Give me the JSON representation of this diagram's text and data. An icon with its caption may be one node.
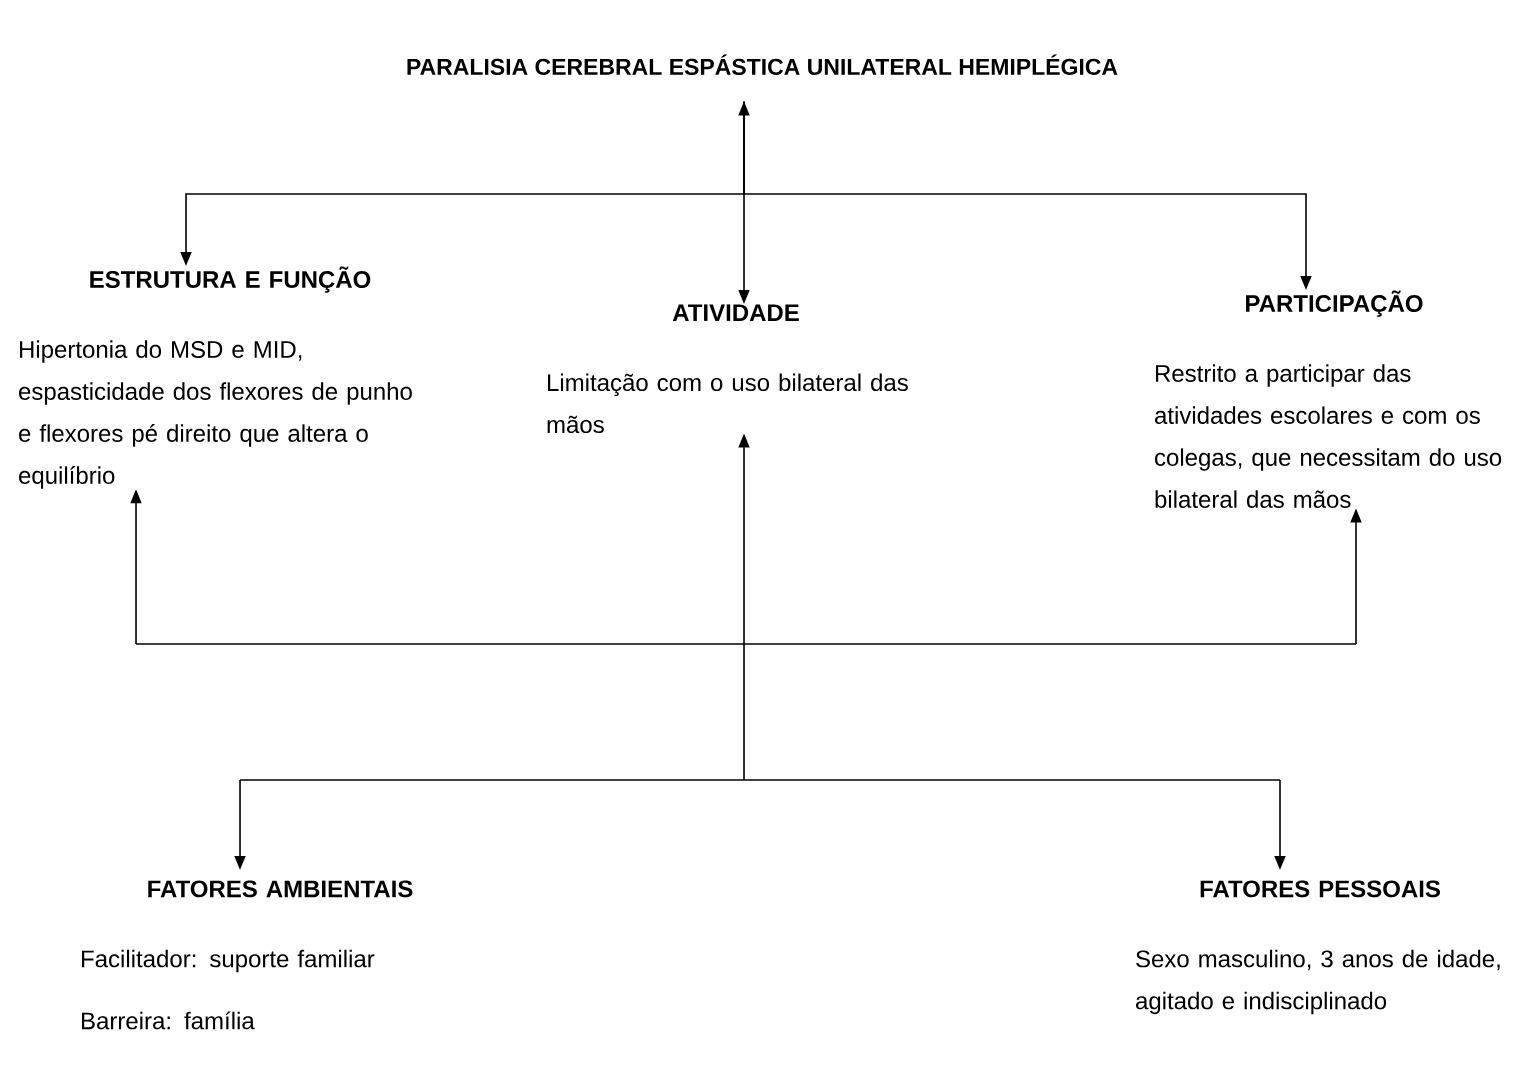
{
  "diagram": {
    "nodes": [
      {
        "text": [
          "PARALISIA CEREBRAL ESPÁSTICA UNILATERAL HEMIPLÉGICA"
        ]
      },
      {
        "text": [
          "ESTRUTURA E FUNÇÃO",
          "Hipertonia do MSD e MID, espasticidade dos flexores de punho e flexores pé direito que altera o equilíbrio"
        ]
      },
      {
        "text": [
          "ATIVIDADE",
          "Limitação com o uso bilateral das mãos"
        ]
      },
      {
        "text": [
          "PARTICIPAÇÃO",
          "Restrito a participar das atividades escolares e com os colegas, que necessitam do uso bilateral das mãos"
        ]
      },
      {
        "text": [
          "FATORES AMBIENTAIS",
          "Facilitador: suporte familiar",
          "Barreira: família"
        ]
      },
      {
        "text": [
          "FATORES PESSOAIS",
          "Sexo masculino, 3 anos de idade, agitado e indisciplinado"
        ]
      }
    ],
    "edges": [
      {
        "from": 0,
        "to": 1,
        "arrow": "to"
      },
      {
        "from": 0,
        "to": 2,
        "arrow": "both"
      },
      {
        "from": 0,
        "to": 3,
        "arrow": "to"
      },
      {
        "from": 4,
        "to": 1,
        "arrow": "both"
      },
      {
        "from": 4,
        "to": 2,
        "arrow": "both"
      },
      {
        "from": 4,
        "to": 3,
        "arrow": "both"
      },
      {
        "from": 5,
        "to": 1,
        "arrow": "both"
      },
      {
        "from": 5,
        "to": 2,
        "arrow": "both"
      },
      {
        "from": 5,
        "to": 3,
        "arrow": "both"
      }
    ]
  }
}
